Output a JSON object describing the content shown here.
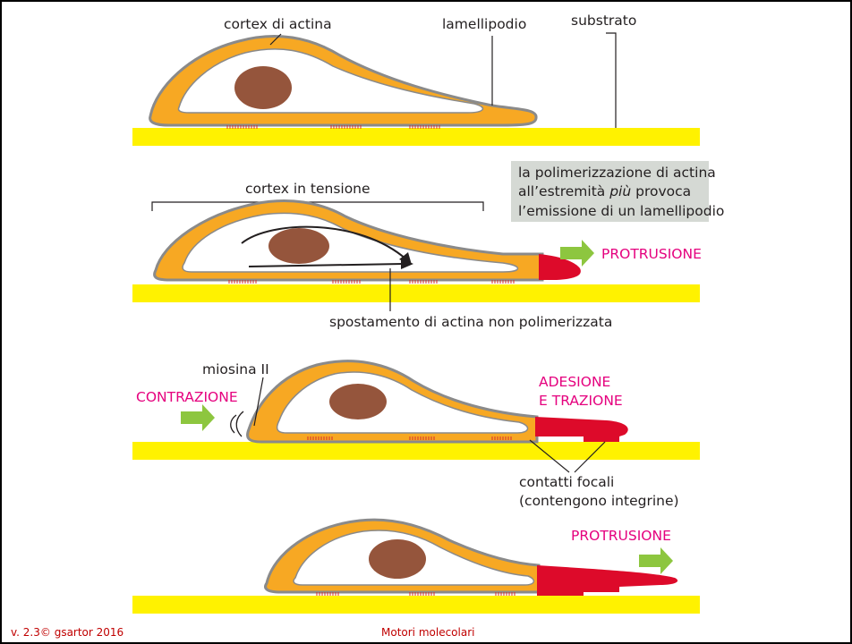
{
  "panel1": {
    "label_cortex": "cortex di actina",
    "label_lamellipodio": "lamellipodio",
    "label_substrato": "substrato"
  },
  "panel2": {
    "label_cortex_tensione": "cortex in tensione",
    "info_line1": "la polimerizzazione di actina",
    "info_line2a": "all’estremità ",
    "info_line2b": "più",
    "info_line2c": " provoca",
    "info_line3": "l’emissione di un lamellipodio",
    "label_protrusione": "PROTRUSIONE",
    "label_spostamento": "spostamento di actina non polimerizzata"
  },
  "panel3": {
    "label_miosina": "miosina II",
    "label_contrazione": "CONTRAZIONE",
    "label_adesione": "ADESIONE",
    "label_trazione": "E TRAZIONE",
    "label_contatti": "contatti focali",
    "label_contengono": "(contengono integrine)"
  },
  "panel4": {
    "label_protrusione": "PROTRUSIONE"
  },
  "footer": {
    "version": "v. 2.3© gsartor 2016",
    "title": "Motori molecolari"
  },
  "colors": {
    "cytoplasm": "#f7a823",
    "nucleus": "#95553c",
    "lamellipodium_red": "#dd0a2a",
    "substrate": "#fff200",
    "arrow_green": "#8dc63f",
    "emphasis_pink": "#e5007e",
    "footer_red": "#c00000"
  }
}
